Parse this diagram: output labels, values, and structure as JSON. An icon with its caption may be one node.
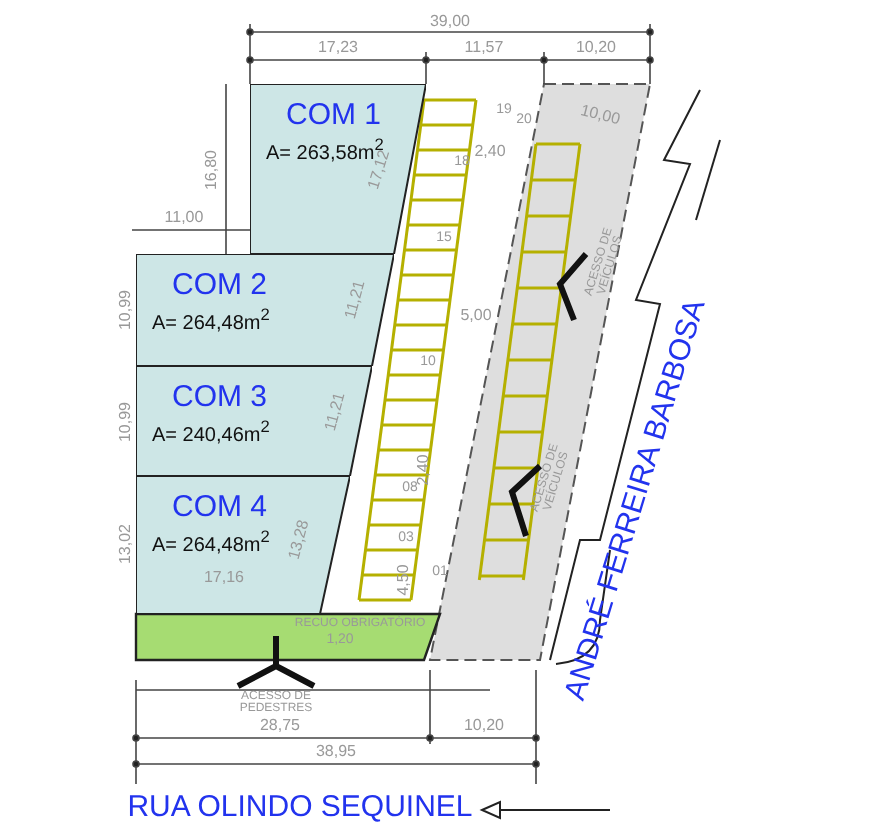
{
  "diagram": {
    "nodes": [
      {
        "text": [
          "COM 1",
          "A= 263,58m$^{2}$"
        ]
      },
      {
        "text": [
          "COM 2",
          "A= 264,48m$^{2}$"
        ]
      },
      {
        "text": [
          "COM 3",
          "A= 240,46m$^{2}$"
        ]
      },
      {
        "text": [
          "COM 4",
          "A= 264,48m$^{2}$"
        ]
      }
    ],
    "labels": [
      "39,00",
      "17,23",
      "11,57",
      "10,20",
      "10,00",
      "16,80",
      "11,00",
      "17,12",
      "10,99",
      "11,21",
      "10,99",
      "11,21",
      "13,02",
      "13,28",
      "17,16",
      "19",
      "20",
      "2,40",
      "18",
      "15",
      "5,00",
      "10",
      "2,40",
      "08",
      "03",
      "4,50",
      "01",
      "ACESSO DE VEÍCULOS",
      "ACESSO DE VEÍCULOS",
      "ANDRÉ FERREIRA BARBOSA",
      "RECUO OBRIGATÓRIO",
      "1,20",
      "ACESSO DE PEDESTRES",
      "28,75",
      "10,20",
      "38,95",
      "RUA OLINDO SEQUINEL"
    ]
  }
}
